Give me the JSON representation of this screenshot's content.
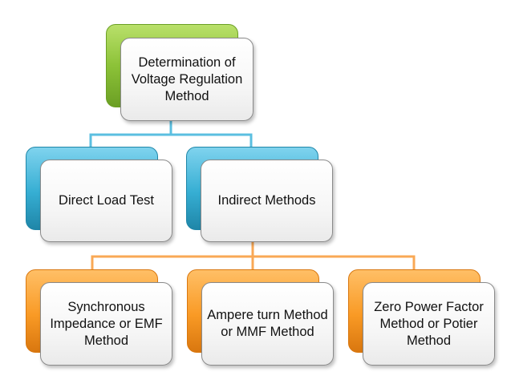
{
  "root": {
    "label": "Determination of Voltage Regulation Method"
  },
  "level1": [
    {
      "label": "Direct Load Test"
    },
    {
      "label": "Indirect Methods"
    }
  ],
  "level2": [
    {
      "label": "Synchronous Impedance or EMF Method"
    },
    {
      "label": "Ampere turn Method or MMF Method"
    },
    {
      "label": "Zero Power Factor Method or Potier Method"
    }
  ],
  "colors": {
    "root": "#8cc238",
    "level1": "#36aed3",
    "level2": "#f99a25",
    "root_connector": "#36aed3",
    "level2_connector": "#f9a855"
  }
}
